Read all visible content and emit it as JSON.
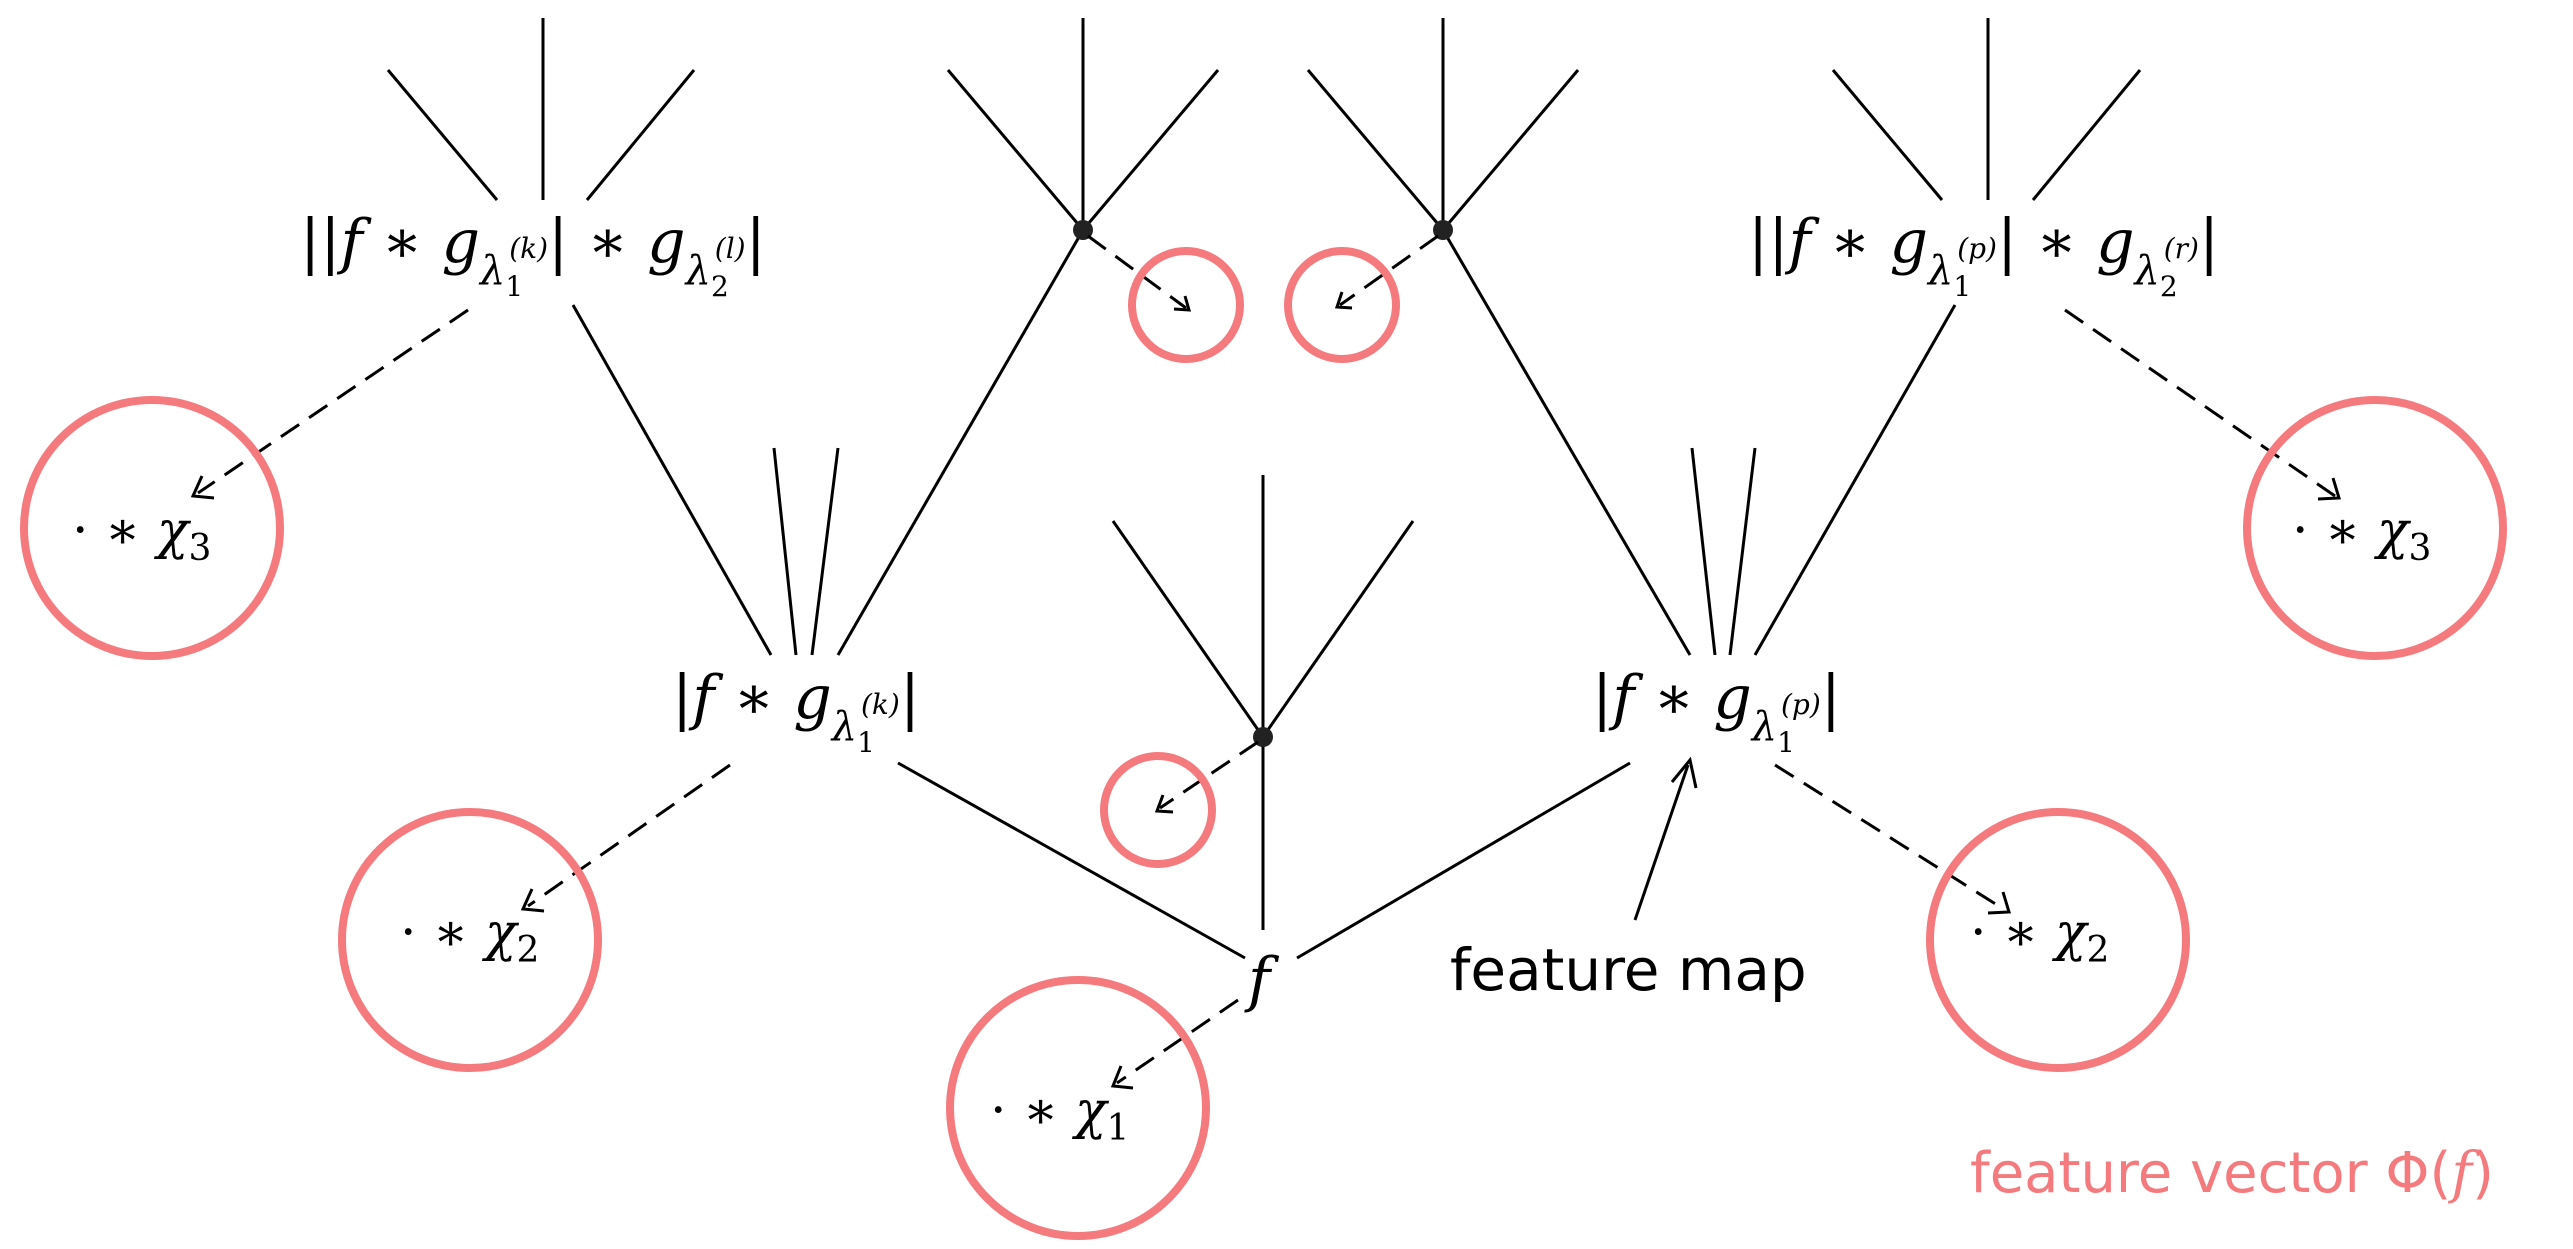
{
  "labels": {
    "f": "f",
    "feature_map": "feature map",
    "feature_vector": "feature vector Φ(",
    "feature_vector_f": "f",
    "feature_vector_close": ")",
    "chi": "χ",
    "dot_star": "· ∗ ",
    "sub1": "1",
    "sub2": "2",
    "sub3": "3"
  },
  "nodes": {
    "left1": {
      "bar": "|",
      "f": "f",
      "star": " ∗ ",
      "g": "g",
      "lambda": "λ",
      "one": "1",
      "sup": "(k)",
      "bar_close": "|"
    },
    "right1": {
      "bar": "|",
      "f": "f",
      "star": " ∗ ",
      "g": "g",
      "lambda": "λ",
      "one": "1",
      "sup": "(p)",
      "bar_close": "|"
    },
    "left2": {
      "bars": "||",
      "f": "f",
      "star": " ∗ ",
      "g": "g",
      "lambda": "λ",
      "one": "1",
      "sup": "(k)",
      "mid": "| ∗ ",
      "g2": "g",
      "lambda2": "λ",
      "two": "2",
      "sup2": "(l)",
      "bar_close": "|"
    },
    "right2": {
      "bars": "||",
      "f": "f",
      "star": " ∗ ",
      "g": "g",
      "lambda": "λ",
      "one": "1",
      "sup": "(p)",
      "mid": "| ∗ ",
      "g2": "g",
      "lambda2": "λ",
      "two": "2",
      "sup2": "(r)",
      "bar_close": "|"
    }
  },
  "colors": {
    "highlight": "#f47a7e",
    "text": "#000000"
  }
}
